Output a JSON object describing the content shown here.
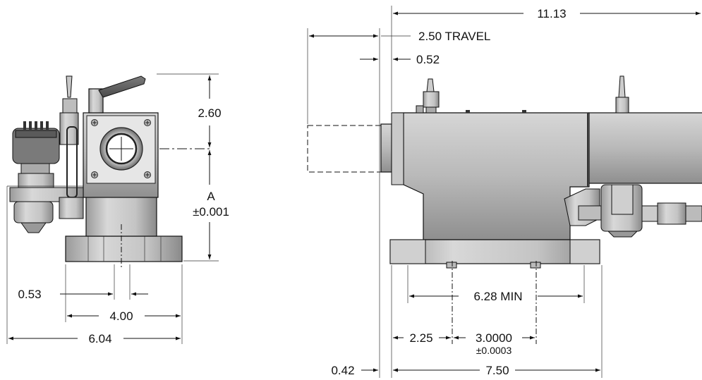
{
  "dimensions": {
    "overall_length": "11.13",
    "travel": "2.50 TRAVEL",
    "offset_052": "0.52",
    "height_260": "2.60",
    "a_label": "A",
    "a_tol": "±0.001",
    "d_053": "0.53",
    "d_400": "4.00",
    "d_604": "6.04",
    "d_628": "6.28 MIN",
    "d_225": "2.25",
    "d_30000": "3.0000",
    "d_30000_tol": "±0.0003",
    "d_042": "0.42",
    "d_750": "7.50"
  }
}
